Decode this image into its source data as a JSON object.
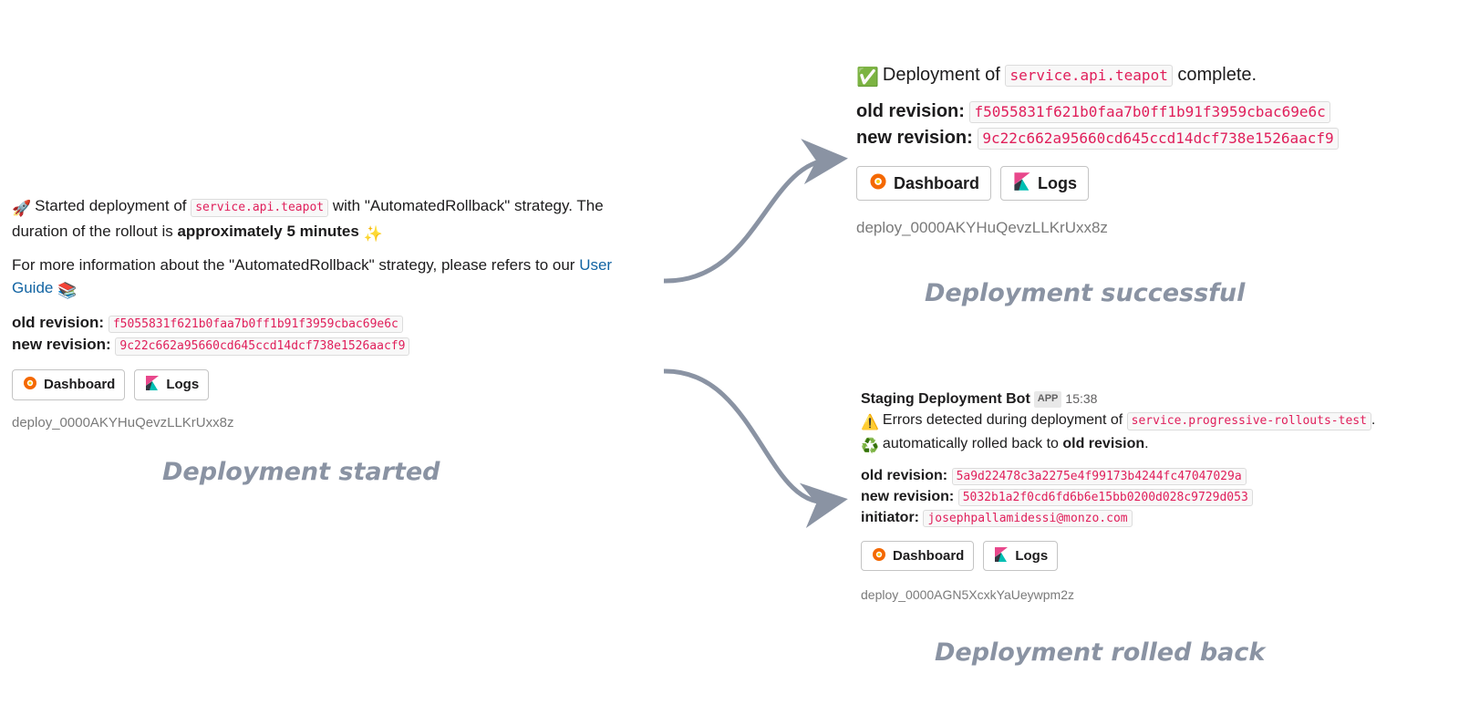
{
  "started": {
    "rocket_emoji": "🚀",
    "text_prefix": "Started deployment of",
    "service": "service.api.teapot",
    "text_mid": "with \"AutomatedRollback\" strategy. The",
    "text_line2_prefix": "duration of the rollout is",
    "duration_bold": "approximately 5 minutes",
    "sparkle_emoji": "✨",
    "info_text": "For more information about the \"AutomatedRollback\" strategy, please refers to our",
    "link_part1": "User",
    "link_part2": "Guide",
    "books_emoji": "📚",
    "old_label": "old revision:",
    "old_revision": "f5055831f621b0faa7b0ff1b91f3959cbac69e6c",
    "new_label": "new revision:",
    "new_revision": "9c22c662a95660cd645ccd14dcf738e1526aacf9",
    "dashboard_label": "Dashboard",
    "logs_label": "Logs",
    "deploy_id": "deploy_0000AKYHuQevzLLKrUxx8z",
    "caption": "Deployment started"
  },
  "success": {
    "check_emoji": "✅",
    "text_prefix": "Deployment of",
    "service": "service.api.teapot",
    "text_suffix": "complete.",
    "old_label": "old revision:",
    "old_revision": "f5055831f621b0faa7b0ff1b91f3959cbac69e6c",
    "new_label": "new revision:",
    "new_revision": "9c22c662a95660cd645ccd14dcf738e1526aacf9",
    "dashboard_label": "Dashboard",
    "logs_label": "Logs",
    "deploy_id": "deploy_0000AKYHuQevzLLKrUxx8z",
    "caption": "Deployment successful"
  },
  "rollback": {
    "bot_name": "Staging Deployment Bot",
    "app_badge": "APP",
    "time": "15:38",
    "warning_emoji": "⚠️",
    "error_prefix": "Errors detected during deployment of",
    "service": "service.progressive-rollouts-test",
    "error_suffix": ".",
    "recycle_emoji": "♻️",
    "rolled_prefix": "automatically rolled back to",
    "rolled_bold": "old revision",
    "rolled_suffix": ".",
    "old_label": "old revision:",
    "old_revision": "5a9d22478c3a2275e4f99173b4244fc47047029a",
    "new_label": "new revision:",
    "new_revision": "5032b1a2f0cd6fd6b6e15bb0200d028c9729d053",
    "initiator_label": "initiator:",
    "initiator": "josephpallamidessi@monzo.com",
    "dashboard_label": "Dashboard",
    "logs_label": "Logs",
    "deploy_id": "deploy_0000AGN5XcxkYaUeywpm2z",
    "caption": "Deployment rolled back"
  },
  "colors": {
    "arrow": "#8a93a3",
    "caption": "#8a93a3",
    "code_text": "#e01e5a",
    "link": "#1264a3"
  },
  "icons": {
    "dashboard": "grafana-icon",
    "logs": "kibana-icon"
  }
}
